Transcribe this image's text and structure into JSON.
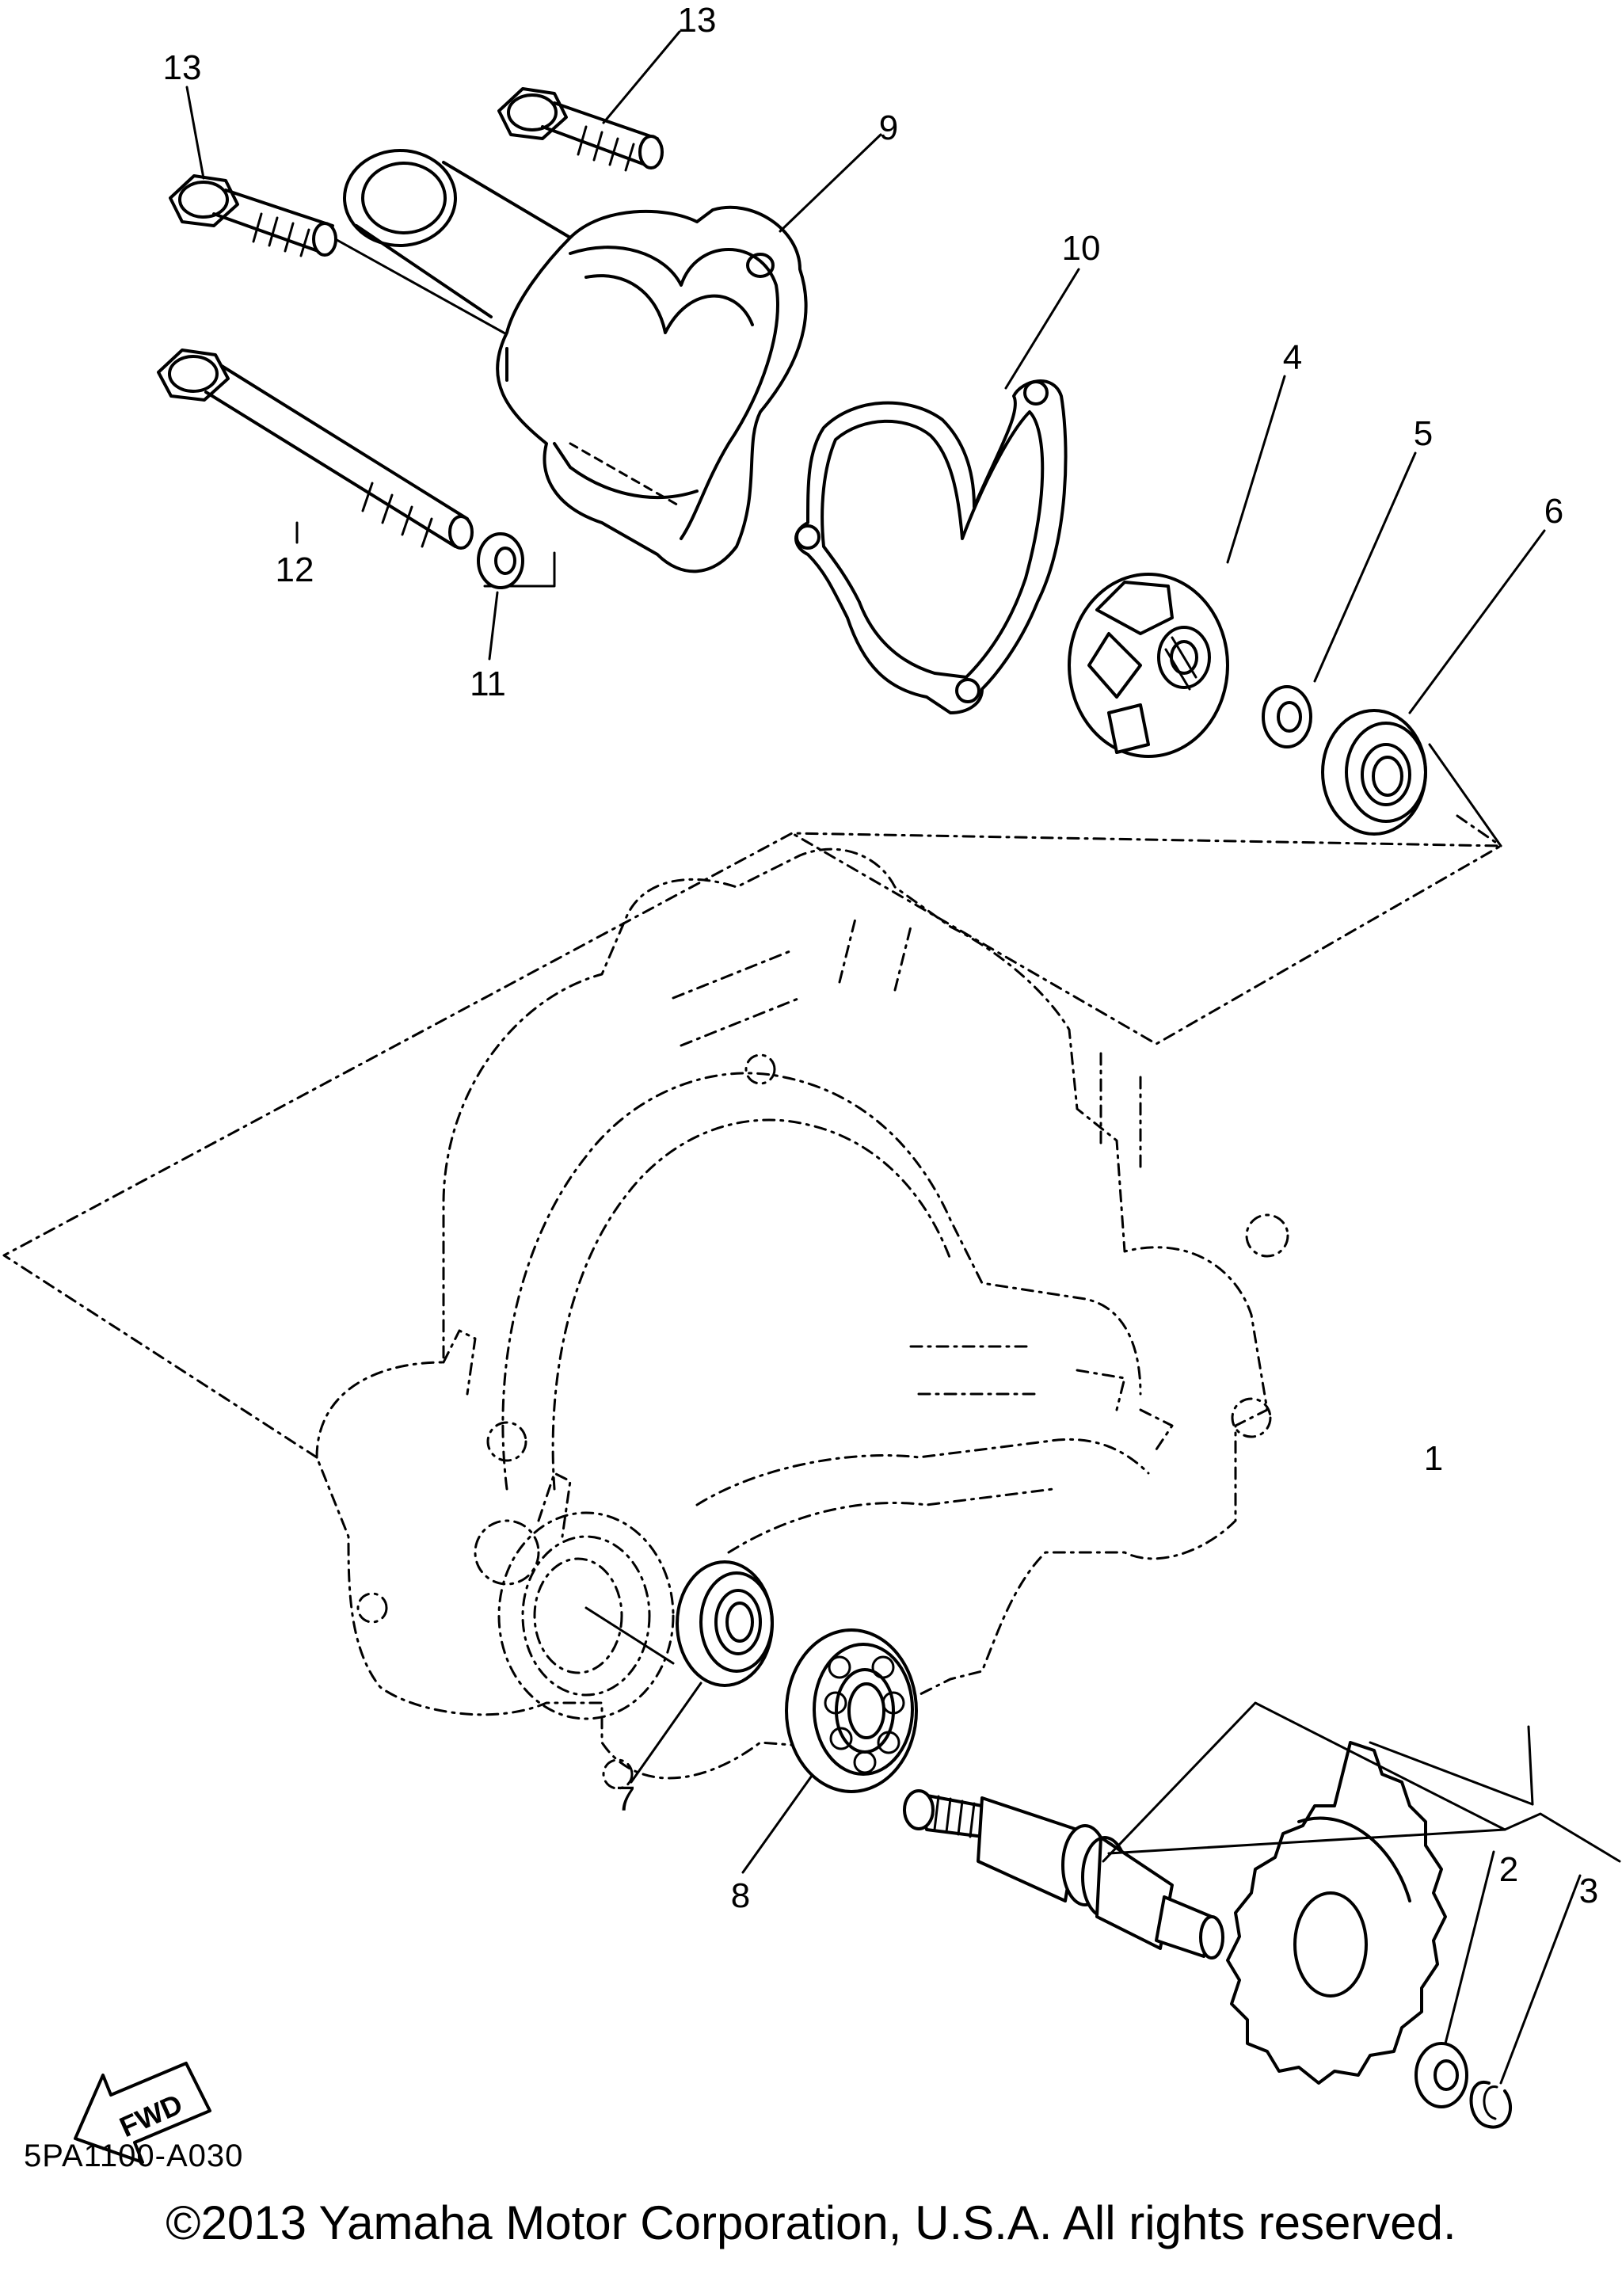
{
  "diagram": {
    "callouts": [
      {
        "label": "1"
      },
      {
        "label": "2"
      },
      {
        "label": "3"
      },
      {
        "label": "4"
      },
      {
        "label": "5"
      },
      {
        "label": "6"
      },
      {
        "label": "7"
      },
      {
        "label": "8"
      },
      {
        "label": "9"
      },
      {
        "label": "10"
      },
      {
        "label": "11"
      },
      {
        "label": "12"
      },
      {
        "label": "13"
      },
      {
        "label": "13"
      }
    ],
    "fwd_label": "FWD",
    "ref_code": "5PA1100-A030",
    "copyright": "©2013 Yamaha Motor Corporation, U.S.A. All rights reserved."
  }
}
